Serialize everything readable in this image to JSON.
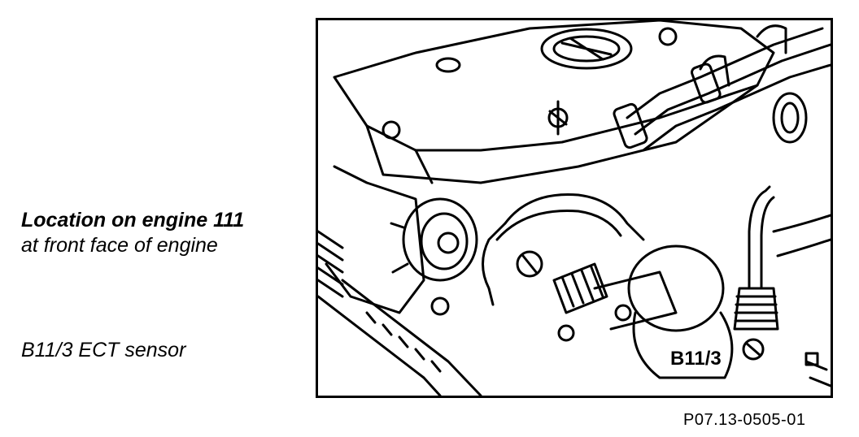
{
  "caption": {
    "title": "Location on engine 111",
    "subtitle": "at front face of engine"
  },
  "legend": {
    "entry": "B11/3 ECT sensor"
  },
  "figure": {
    "callout": "B11/3",
    "reference_code": "P07.13-0505-01"
  }
}
